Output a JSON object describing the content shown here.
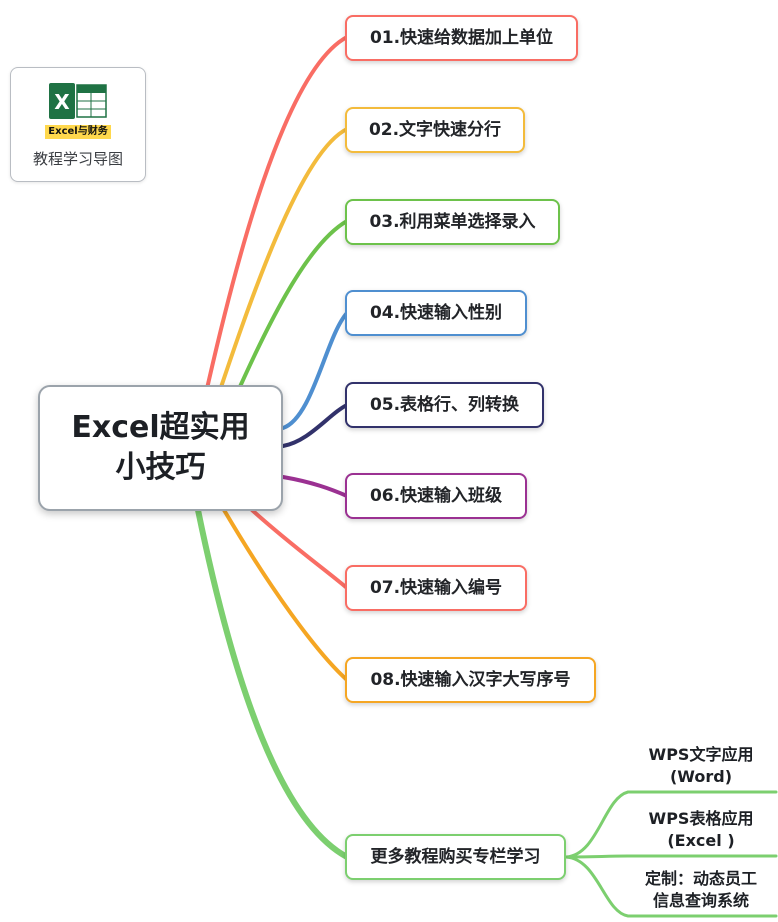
{
  "legend": {
    "icon_label": "Excel与财务",
    "caption": "教程学习导图"
  },
  "root": {
    "line1": "Excel超实用",
    "line2": "小技巧",
    "border_color": "#9ba3ab"
  },
  "branches": [
    {
      "label": "01.快速给数据加上单位",
      "color": "#f96d64"
    },
    {
      "label": "02.文字快速分行",
      "color": "#f3bb3c"
    },
    {
      "label": "03.利用菜单选择录入",
      "color": "#6dc24b"
    },
    {
      "label": "04.快速输入性别",
      "color": "#4f8fd0"
    },
    {
      "label": "05.表格行、列转换",
      "color": "#32326b"
    },
    {
      "label": "06.快速输入班级",
      "color": "#9b3192"
    },
    {
      "label": "07.快速输入编号",
      "color": "#f96d64"
    },
    {
      "label": "08.快速输入汉字大写序号",
      "color": "#f5a623"
    },
    {
      "label": "更多教程购买专栏学习",
      "color": "#7ccf6f"
    }
  ],
  "subbranches": [
    {
      "line1": "WPS文字应用",
      "line2": "(Word)"
    },
    {
      "line1": "WPS表格应用",
      "line2": "(Excel )"
    },
    {
      "line1": "定制：动态员工",
      "line2": "信息查询系统"
    }
  ],
  "sub_branch_color": "#7ccf6f"
}
